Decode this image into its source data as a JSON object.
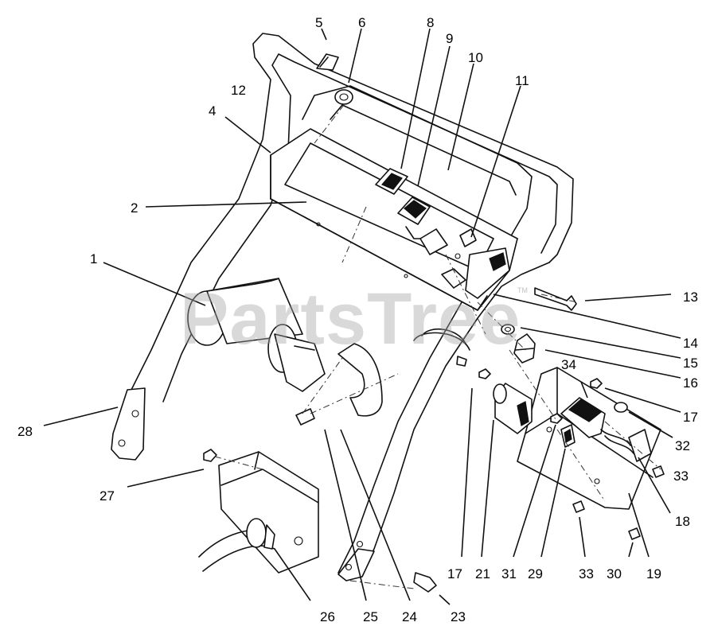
{
  "diagram": {
    "watermark": "PartsTree",
    "watermark_mark": "TM",
    "callouts": [
      "1",
      "2",
      "4",
      "5",
      "6",
      "8",
      "9",
      "10",
      "11",
      "12",
      "13",
      "14",
      "15",
      "16",
      "17",
      "17",
      "17",
      "18",
      "19",
      "21",
      "23",
      "24",
      "25",
      "26",
      "27",
      "28",
      "29",
      "30",
      "31",
      "32",
      "33",
      "33",
      "33",
      "34"
    ],
    "colors": {
      "line": "#111111",
      "background": "#ffffff",
      "watermark": "#a5a5a5"
    }
  }
}
